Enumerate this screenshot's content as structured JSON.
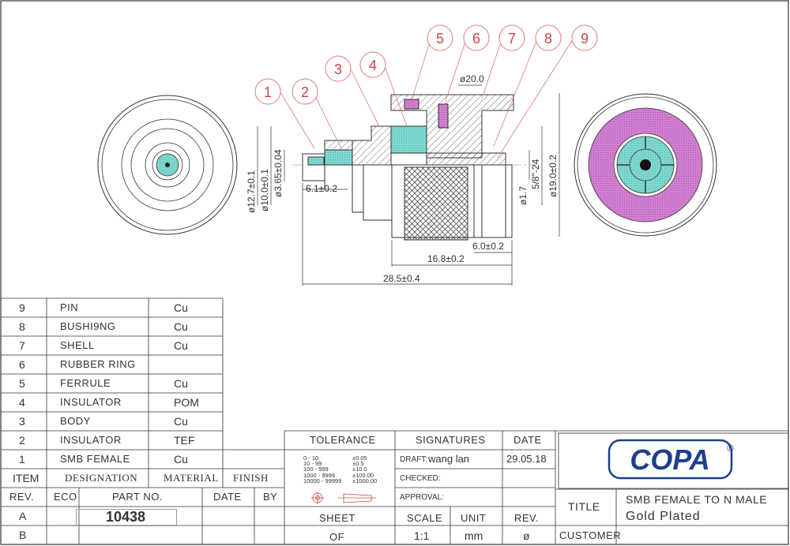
{
  "dimensions": {
    "d20": "ø20.0",
    "d127": "ø12.7±0.1",
    "d10": "ø10.0±0.1",
    "d365": "ø3.65±0.04",
    "len61": "6.1±0.2",
    "d17": "ø1.7",
    "thread": "5/8\"-24",
    "d19": "ø19.0±0.2",
    "len6": "6.0±0.2",
    "len168": "16.8±0.2",
    "len285": "28.5±0.4"
  },
  "balloons": [
    "1",
    "2",
    "3",
    "4",
    "5",
    "6",
    "7",
    "8",
    "9"
  ],
  "parts": [
    {
      "item": "9",
      "designation": "PIN",
      "material": "Cu",
      "finish": ""
    },
    {
      "item": "8",
      "designation": "BUSHI9NG",
      "material": "Cu",
      "finish": ""
    },
    {
      "item": "7",
      "designation": "SHELL",
      "material": "Cu",
      "finish": ""
    },
    {
      "item": "6",
      "designation": "RUBBER RING",
      "material": "",
      "finish": ""
    },
    {
      "item": "5",
      "designation": "FERRULE",
      "material": "Cu",
      "finish": ""
    },
    {
      "item": "4",
      "designation": "INSULATOR",
      "material": "POM",
      "finish": ""
    },
    {
      "item": "3",
      "designation": "BODY",
      "material": "Cu",
      "finish": ""
    },
    {
      "item": "2",
      "designation": "INSULATOR",
      "material": "TEF",
      "finish": ""
    },
    {
      "item": "1",
      "designation": "SMB FEMALE",
      "material": "Cu",
      "finish": ""
    }
  ],
  "parts_header": {
    "item": "ITEM",
    "designation": "DESIGNATION",
    "material": "MATERIAL",
    "finish": "FINISH"
  },
  "rev_header": {
    "rev": "REV.",
    "eco": "ECO",
    "part_no": "PART NO.",
    "date": "DATE",
    "by": "BY"
  },
  "rev_rows": [
    "A",
    "B"
  ],
  "part_number": "10438",
  "tolerance": {
    "label": "TOLERANCE",
    "ranges": [
      "0 - 10",
      "10 - 99",
      "100 - 999",
      "1000 - 9999",
      "10000 - 99999"
    ],
    "values": [
      "±0.05",
      "±0.5",
      "±10.0",
      "±100.00",
      "±1000.00"
    ]
  },
  "signatures": {
    "label": "SIGNATURES",
    "date_label": "DATE",
    "draft_label": "DRAFT:",
    "draft_name": "wang lan",
    "draft_date": "29.05.18",
    "checked_label": "CHECKED:",
    "approval_label": "APPROVAL:"
  },
  "bottom": {
    "sheet": "SHEET",
    "of": "OF",
    "scale": "SCALE",
    "scale_value": "1:1",
    "unit": "UNIT",
    "unit_value": "mm",
    "rev": "REV.",
    "rev_value": "ø"
  },
  "title_block": {
    "logo": "COPA",
    "logo_mark": "®",
    "title_label": "TITLE",
    "title_line1": "SMB FEMALE TO N MALE",
    "title_line2": "Gold Plated",
    "customer_label": "CUSTOMER"
  },
  "colors": {
    "line": "#333333",
    "leader": "#e07a7a",
    "teal": "#7fd8cf",
    "magenta": "#cc66cc",
    "logo_blue": "#1e3f8e"
  }
}
